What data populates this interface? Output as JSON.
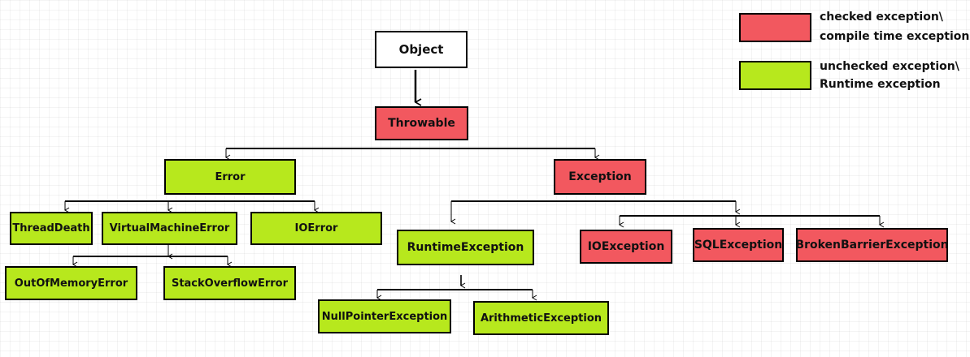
{
  "colors": {
    "checked": "#f2585f",
    "unchecked": "#b7e81d",
    "root": "#ffffff",
    "line": "#000000"
  },
  "legend": {
    "checked_line1": "checked exception\\",
    "checked_line2": "compile time exception",
    "unchecked_line1": "unchecked exception\\",
    "unchecked_line2": "Runtime exception"
  },
  "nodes": {
    "object": "Object",
    "throwable": "Throwable",
    "error": "Error",
    "exception": "Exception",
    "thread_death": "ThreadDeath",
    "virtual_machine_error": "VirtualMachineError",
    "io_error": "IOError",
    "out_of_memory_error": "OutOfMemoryError",
    "stack_overflow_error": "StackOverflowError",
    "runtime_exception": "RuntimeException",
    "null_pointer_exception": "NullPointerException",
    "arithmetic_exception": "ArithmeticException",
    "io_exception": "IOException",
    "sql_exception": "SQLException",
    "broken_barrier_exception": "BrokenBarrierException"
  }
}
